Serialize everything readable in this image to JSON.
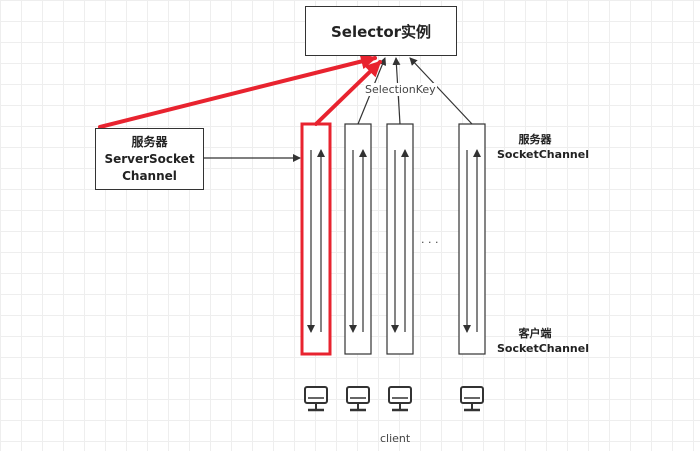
{
  "selector": {
    "title": "Selector实例"
  },
  "selection_key": "SelectionKey",
  "server_socket": {
    "line1": "服务器",
    "line2": "ServerSocket",
    "line3": "Channel"
  },
  "server_channel": {
    "line1": "服务器",
    "line2": "SocketChannel"
  },
  "client_channel": {
    "line1": "客户端",
    "line2": "SocketChannel"
  },
  "ellipsis": "· · ·",
  "client_label": "client",
  "colors": {
    "highlight": "#e8232f",
    "stroke": "#333333",
    "grid": "#eeeeee"
  },
  "icons": [
    "monitor-icon",
    "monitor-icon",
    "monitor-icon",
    "monitor-icon"
  ]
}
